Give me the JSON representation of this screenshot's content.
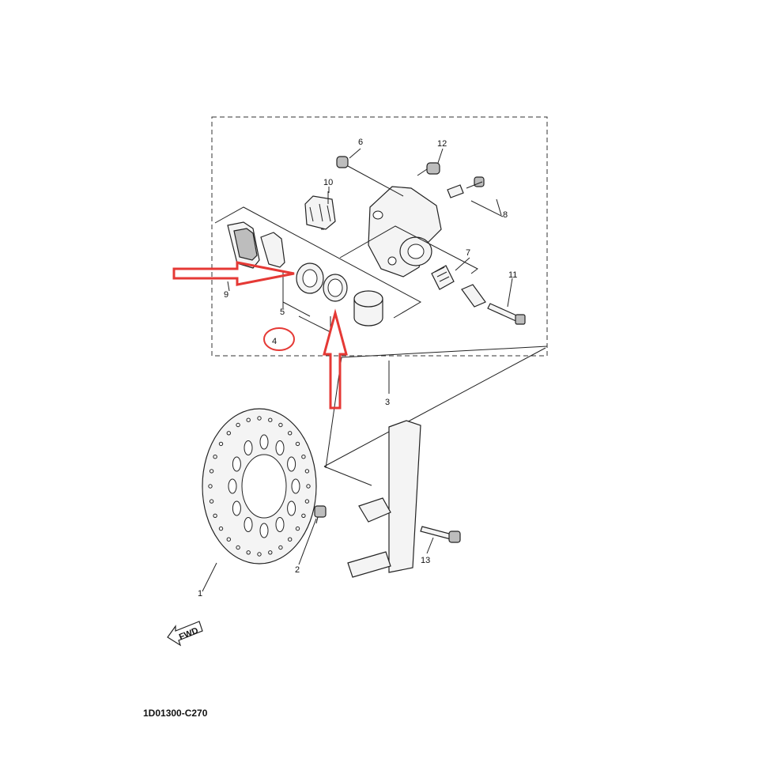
{
  "diagram": {
    "drawing_code": "1D01300-C270",
    "fwd_label": "FWD",
    "callouts": [
      "1",
      "2",
      "3",
      "4",
      "5",
      "6",
      "7",
      "8",
      "9",
      "10",
      "11",
      "12",
      "13"
    ],
    "highlight_color": "#e53935",
    "line_color": "#222222"
  }
}
